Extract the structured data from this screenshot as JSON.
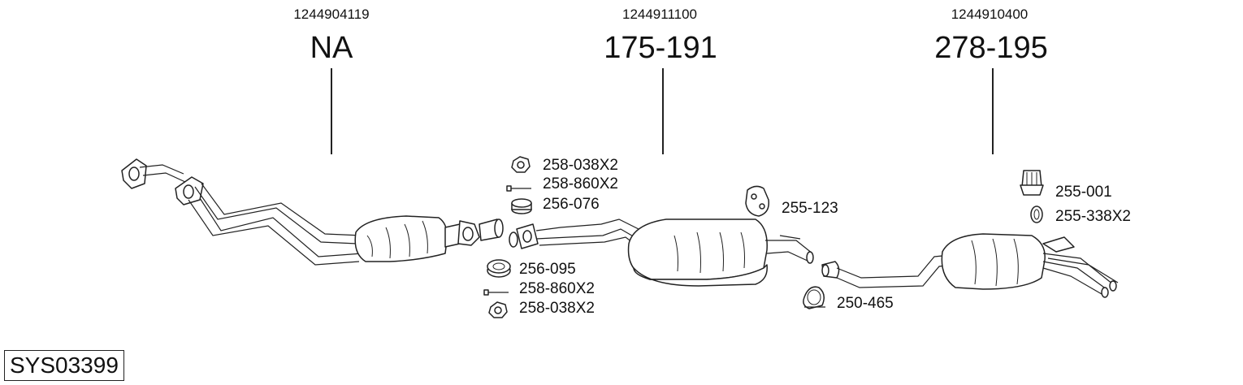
{
  "sections": [
    {
      "oem": "1244904119",
      "number": "NA"
    },
    {
      "oem": "1244911100",
      "number": "175-191"
    },
    {
      "oem": "1244910400",
      "number": "278-195"
    }
  ],
  "parts": {
    "nut_top": "258-038X2",
    "bolt_top": "258-860X2",
    "gasket_top": "256-076",
    "gasket_bottom": "256-095",
    "bolt_bottom": "258-860X2",
    "nut_bottom": "258-038X2",
    "hanger": "255-123",
    "clamp": "250-465",
    "rubber_mount": "255-001",
    "rubber_ring": "255-338X2"
  },
  "system_id": "SYS03399"
}
